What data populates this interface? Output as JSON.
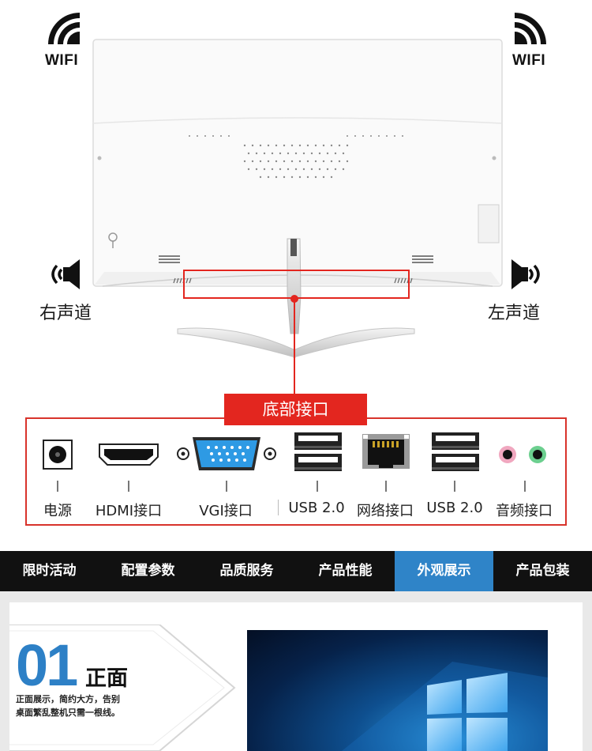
{
  "top": {
    "wifi_left": "WIFI",
    "wifi_right": "WIFI",
    "speaker_right_label": "右声道",
    "speaker_left_label": "左声道",
    "callout_title": "底部接口"
  },
  "ports": [
    {
      "label": "电源",
      "icon": "power-jack-icon"
    },
    {
      "label": "HDMI接口",
      "icon": "hdmi-port-icon"
    },
    {
      "label": "VGI接口",
      "icon": "vga-port-icon"
    },
    {
      "label": "USB 2.0",
      "icon": "usb-port-icon"
    },
    {
      "label": "网络接口",
      "icon": "ethernet-port-icon"
    },
    {
      "label": "USB 2.0",
      "icon": "usb-port-icon"
    },
    {
      "label": "音频接口",
      "icon": "audio-jack-icon"
    }
  ],
  "nav": {
    "items": [
      "限时活动",
      "配置参数",
      "品质服务",
      "产品性能",
      "外观展示",
      "产品包装"
    ],
    "active_index": 4
  },
  "section": {
    "number": "01",
    "title": "正面",
    "desc_line1": "正面展示，简约大方，告别",
    "desc_line2": "桌面繁乱整机只需一根线。"
  },
  "colors": {
    "accent_red": "#e3261f",
    "nav_bg": "#111111",
    "nav_active": "#2f84c8",
    "number_blue": "#2d80c6"
  }
}
